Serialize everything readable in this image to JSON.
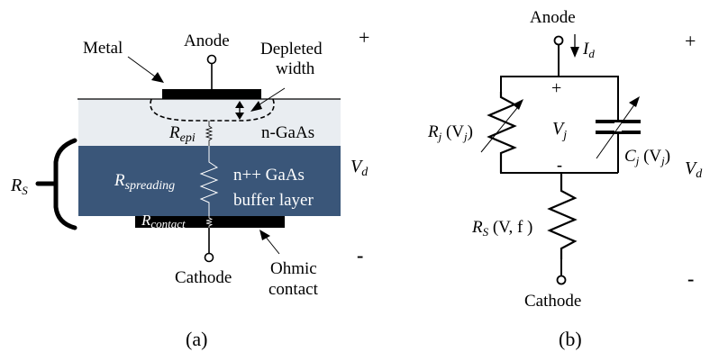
{
  "panel_a": {
    "caption": "(a)",
    "labels": {
      "metal": "Metal",
      "anode": "Anode",
      "depleted_line1": "Depleted",
      "depleted_line2": "width",
      "plus": "+",
      "minus": "-",
      "n_gaas": "n-GaAs",
      "buffer_line1": "n++ GaAs",
      "buffer_line2": "buffer layer",
      "cathode": "Cathode",
      "ohmic_line1": "Ohmic",
      "ohmic_line2": "contact",
      "vd_main": "V",
      "vd_sub": "d",
      "rs_main": "R",
      "rs_sub": "S",
      "repi_main": "R",
      "repi_sub": "epi",
      "rspread_main": "R",
      "rspread_sub": "spreading",
      "rcontact_main": "R",
      "rcontact_sub": "contact"
    },
    "colors": {
      "epi_layer": "#e9edf1",
      "buffer_layer": "#3a5679",
      "metal": "#000000"
    }
  },
  "panel_b": {
    "caption": "(b)",
    "labels": {
      "anode": "Anode",
      "cathode": "Cathode",
      "id_main": "I",
      "id_sub": "d",
      "plus_node": "+",
      "minus_node": "-",
      "vj_main": "V",
      "vj_sub": "j",
      "rj": "R",
      "rj_sub": "j",
      "rj_arg": " (V",
      "rj_arg_sub": "j",
      "rj_close": ")",
      "cj": "C",
      "cj_sub": "j",
      "cj_arg": " (V",
      "cj_arg_sub": "j",
      "cj_close": ")",
      "rs": "R",
      "rs_sub": "S",
      "rs_arg": " (V, f )",
      "vd_main": "V",
      "vd_sub": "d",
      "plus": "+",
      "minus": "-"
    }
  }
}
